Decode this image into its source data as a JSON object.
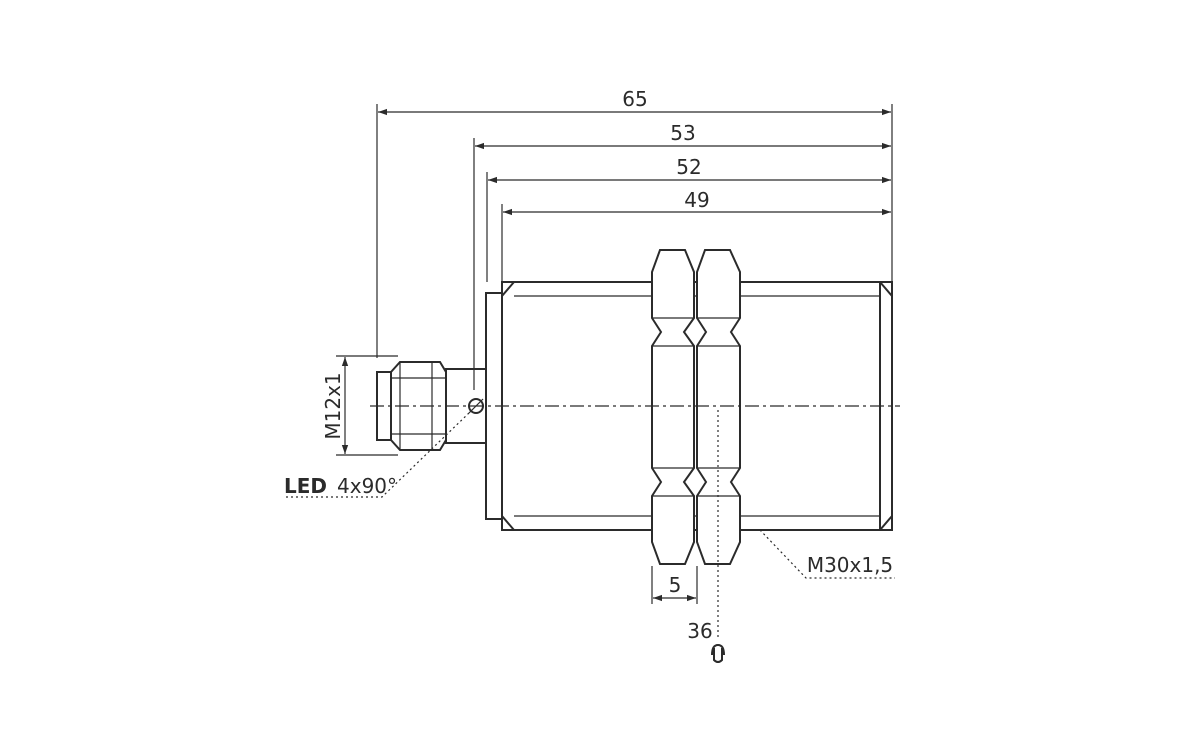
{
  "dimensions": {
    "overall_length": "65",
    "length_53": "53",
    "length_52": "52",
    "thread_length": "49",
    "nut_width": "5",
    "connector_thread": "M12x1",
    "wrench_size": "36",
    "body_thread": "M30x1,5"
  },
  "labels": {
    "led_prefix": "LED",
    "led_suffix": "4x90°"
  }
}
